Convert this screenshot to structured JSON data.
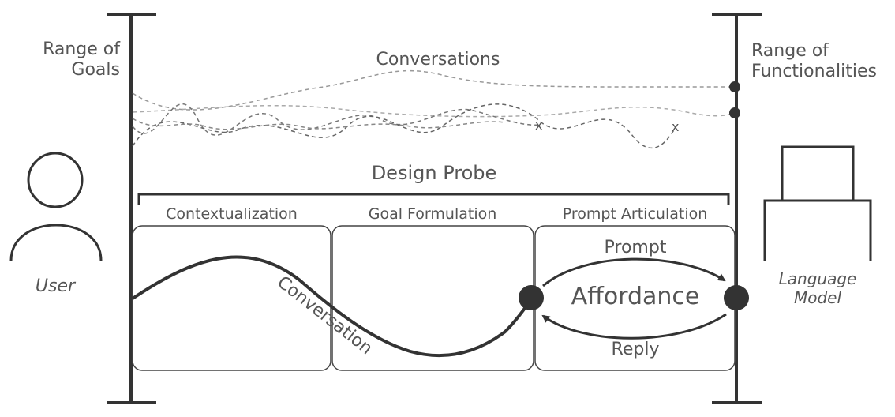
{
  "left_axis": {
    "label_line1": "Range of",
    "label_line2": "Goals"
  },
  "right_axis": {
    "label_line1": "Range of",
    "label_line2": "Functionalities"
  },
  "conversations_label": "Conversations",
  "design_probe_label": "Design Probe",
  "stages": [
    {
      "label": "Contextualization"
    },
    {
      "label": "Goal Formulation"
    },
    {
      "label": "Prompt Articulation"
    }
  ],
  "conversation_curve_label": "Conversation",
  "affordance_label": "Affordance",
  "prompt_label": "Prompt",
  "reply_label": "Reply",
  "user": {
    "label": "User",
    "icon": "user-icon"
  },
  "language_model": {
    "label_line1": "Language",
    "label_line2": "Model",
    "icon": "language-model-icon"
  },
  "failed_marker_glyph": "x"
}
